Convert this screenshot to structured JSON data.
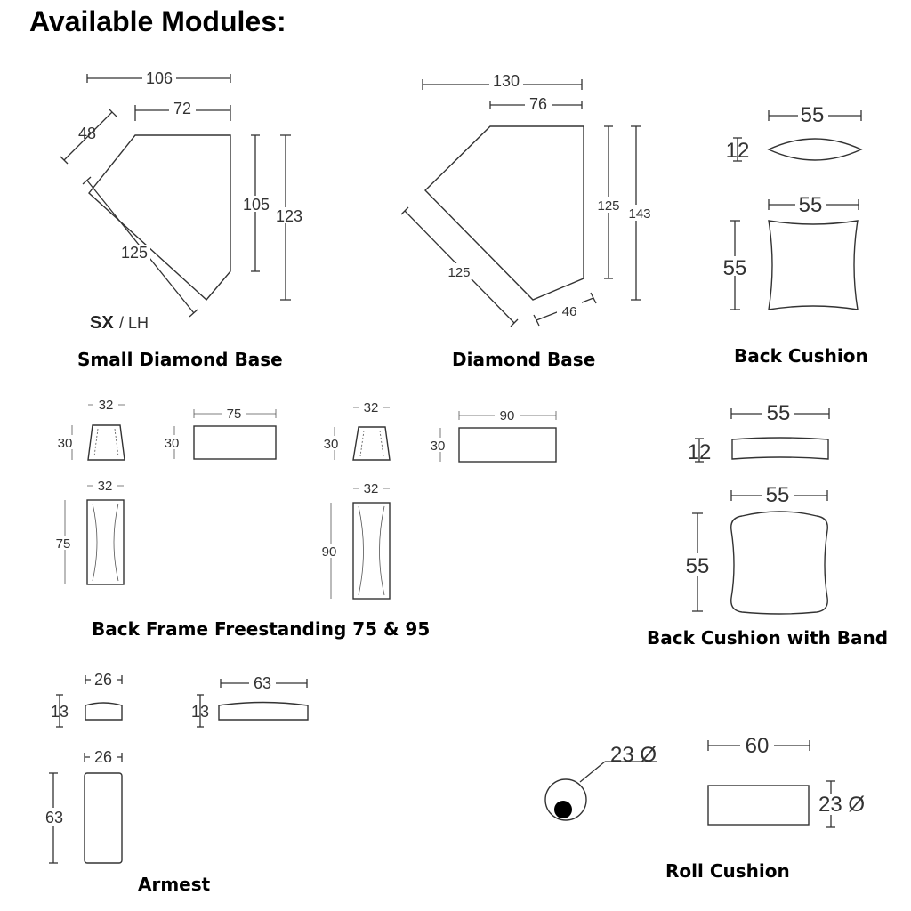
{
  "page": {
    "title": "Available Modules:"
  },
  "modules": {
    "small_diamond": {
      "caption": "Small Diamond Base",
      "label_bold": "SX",
      "label_rest": "/ LH",
      "dims": [
        "106",
        "72",
        "48",
        "105",
        "123",
        "125"
      ]
    },
    "diamond": {
      "caption": "Diamond Base",
      "dims": [
        "130",
        "76",
        "125",
        "143",
        "125",
        "46"
      ]
    },
    "back_cushion": {
      "caption": "Back Cushion",
      "dims": [
        "55",
        "12",
        "55",
        "55"
      ]
    },
    "back_frame": {
      "caption": "Back Frame Freestanding 75 & 95",
      "dims": [
        "32",
        "30",
        "75",
        "30",
        "32",
        "30",
        "90",
        "30",
        "32",
        "75",
        "32",
        "90"
      ]
    },
    "back_cushion_band": {
      "caption": "Back Cushion with Band",
      "dims": [
        "55",
        "12",
        "55",
        "55"
      ]
    },
    "armest": {
      "caption": "Armest",
      "dims": [
        "26",
        "13",
        "63",
        "13",
        "26",
        "63"
      ]
    },
    "roll_cushion": {
      "caption": "Roll Cushion",
      "dims": [
        "23 Ø",
        "60",
        "23 Ø"
      ]
    }
  }
}
